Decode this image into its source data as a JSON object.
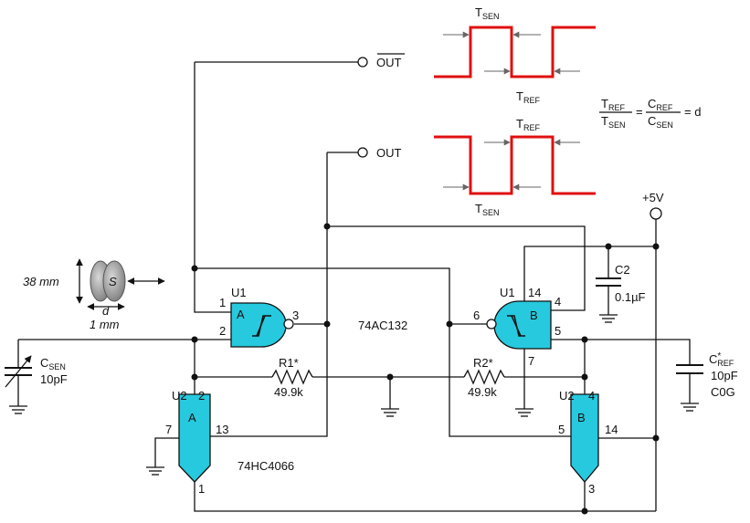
{
  "outputs": {
    "out_bar": "OUT",
    "out": "OUT"
  },
  "supply": {
    "vcc": "+5V"
  },
  "timing": {
    "tsen_top": {
      "main": "T",
      "sub": "SEN"
    },
    "tref_top": {
      "main": "T",
      "sub": "REF"
    },
    "tref_bottom": {
      "main": "T",
      "sub": "REF"
    },
    "tsen_bottom": {
      "main": "T",
      "sub": "SEN"
    }
  },
  "formula": {
    "t_main": "T",
    "t_ref_sub": "REF",
    "t_sen_sub": "SEN",
    "c_main": "C",
    "c_ref_sub": "REF",
    "c_sen_sub": "SEN",
    "equals": "=",
    "equals_d": "= d"
  },
  "sensor": {
    "height": "38 mm",
    "label": "S",
    "gap_symbol": "d",
    "gap_value": "1 mm"
  },
  "csen": {
    "main": "C",
    "sub": "SEN",
    "value": "10pF"
  },
  "cref": {
    "main": "C",
    "star": "*",
    "sub": "REF",
    "value": "10pF",
    "dielectric": "C0G"
  },
  "c2": {
    "name": "C2",
    "value": "0.1µF"
  },
  "r1": {
    "name": "R1*",
    "value": "49.9k"
  },
  "r2": {
    "name": "R2*",
    "value": "49.9k"
  },
  "u1a": {
    "ref": "U1",
    "unit": "A",
    "pin_in1": "1",
    "pin_in2": "2",
    "pin_out": "3"
  },
  "u1b": {
    "ref": "U1",
    "unit": "B",
    "pin_vcc": "14",
    "pin_in4": "4",
    "pin_in5": "5",
    "pin_out6": "6",
    "pin_gnd": "7"
  },
  "u1_part": "74AC132",
  "u2a": {
    "ref": "U2",
    "unit": "A",
    "pin_in": "2",
    "pin_ctrl": "13",
    "pin_gnd": "7",
    "pin_out": "1"
  },
  "u2b": {
    "ref": "U2",
    "unit": "B",
    "pin_in": "4",
    "pin_ctrl": "5",
    "pin_vcc": "14",
    "pin_out": "3"
  },
  "u2_part": "74HC4066",
  "colors": {
    "gate_fill": "#26c9de",
    "waveform": "#e01010",
    "wire": "#111111"
  }
}
